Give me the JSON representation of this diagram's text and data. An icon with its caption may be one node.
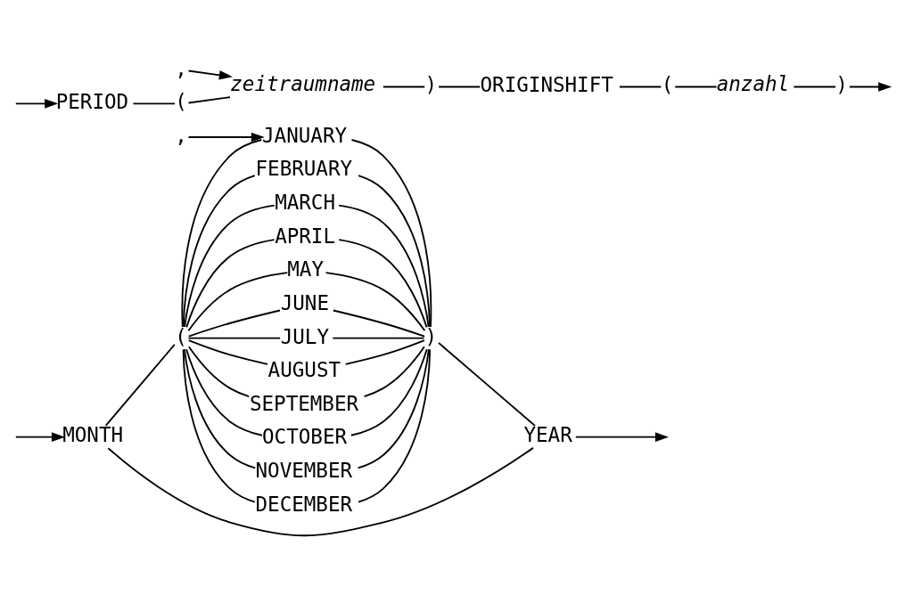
{
  "diagram": {
    "nodes": [
      {
        "text": [
          "MONTH"
        ]
      },
      {
        "text": [
          "("
        ]
      },
      {
        "text": [
          "JANUARY"
        ]
      },
      {
        "text": [
          "FEBRUARY"
        ]
      },
      {
        "text": [
          "MARCH"
        ]
      },
      {
        "text": [
          "APRIL"
        ]
      },
      {
        "text": [
          "MAY"
        ]
      },
      {
        "text": [
          "JUNE"
        ]
      },
      {
        "text": [
          "JULY"
        ]
      },
      {
        "text": [
          "AUGUST"
        ]
      },
      {
        "text": [
          "SEPTEMBER"
        ]
      },
      {
        "text": [
          "OCTOBER"
        ]
      },
      {
        "text": [
          "NOVEMBER"
        ]
      },
      {
        "text": [
          "DECEMBER"
        ]
      },
      {
        "text": [
          ","
        ]
      },
      {
        "text": [
          ")"
        ]
      },
      {
        "text": [
          "YEAR"
        ]
      },
      {
        "text": [
          "PERIOD"
        ]
      },
      {
        "text": [
          "("
        ]
      },
      {
        "text": [
          "zeitraumname"
        ]
      },
      {
        "text": [
          ","
        ]
      },
      {
        "text": [
          ")"
        ]
      },
      {
        "text": [
          "ORIGINSHIFT"
        ]
      },
      {
        "text": [
          "("
        ]
      },
      {
        "text": [
          "anzahl"
        ]
      },
      {
        "text": [
          ")"
        ]
      }
    ],
    "edges": [
      {
        "from": null,
        "to": 0,
        "arrow": "to"
      },
      {
        "from": 0,
        "to": 1,
        "arrow": "none"
      },
      {
        "from": 1,
        "to": 2,
        "arrow": "none"
      },
      {
        "from": 1,
        "to": 3,
        "arrow": "none"
      },
      {
        "from": 1,
        "to": 4,
        "arrow": "none"
      },
      {
        "from": 1,
        "to": 5,
        "arrow": "none"
      },
      {
        "from": 1,
        "to": 6,
        "arrow": "none"
      },
      {
        "from": 1,
        "to": 7,
        "arrow": "none"
      },
      {
        "from": 1,
        "to": 8,
        "arrow": "none"
      },
      {
        "from": 1,
        "to": 9,
        "arrow": "none"
      },
      {
        "from": 1,
        "to": 10,
        "arrow": "none"
      },
      {
        "from": 1,
        "to": 11,
        "arrow": "none"
      },
      {
        "from": 1,
        "to": 12,
        "arrow": "none"
      },
      {
        "from": 1,
        "to": 13,
        "arrow": "none"
      },
      {
        "from": 2,
        "to": 15,
        "arrow": "none"
      },
      {
        "from": 3,
        "to": 15,
        "arrow": "none"
      },
      {
        "from": 4,
        "to": 15,
        "arrow": "none"
      },
      {
        "from": 5,
        "to": 15,
        "arrow": "none"
      },
      {
        "from": 6,
        "to": 15,
        "arrow": "none"
      },
      {
        "from": 7,
        "to": 15,
        "arrow": "none"
      },
      {
        "from": 8,
        "to": 15,
        "arrow": "none"
      },
      {
        "from": 9,
        "to": 15,
        "arrow": "none"
      },
      {
        "from": 10,
        "to": 15,
        "arrow": "none"
      },
      {
        "from": 11,
        "to": 15,
        "arrow": "none"
      },
      {
        "from": 12,
        "to": 15,
        "arrow": "none"
      },
      {
        "from": 13,
        "to": 15,
        "arrow": "none"
      },
      {
        "from": 14,
        "to": 2,
        "arrow": "to"
      },
      {
        "from": 0,
        "to": 16,
        "arrow": "none"
      },
      {
        "from": 15,
        "to": 16,
        "arrow": "none"
      },
      {
        "from": 16,
        "to": null,
        "arrow": "to"
      },
      {
        "from": null,
        "to": 17,
        "arrow": "to"
      },
      {
        "from": 17,
        "to": 18,
        "arrow": "none"
      },
      {
        "from": 18,
        "to": 19,
        "arrow": "none"
      },
      {
        "from": 20,
        "to": 19,
        "arrow": "to"
      },
      {
        "from": 19,
        "to": 21,
        "arrow": "none"
      },
      {
        "from": 21,
        "to": 22,
        "arrow": "none"
      },
      {
        "from": 22,
        "to": 23,
        "arrow": "none"
      },
      {
        "from": 23,
        "to": 24,
        "arrow": "none"
      },
      {
        "from": 24,
        "to": 25,
        "arrow": "none"
      },
      {
        "from": 25,
        "to": null,
        "arrow": "to"
      }
    ]
  }
}
